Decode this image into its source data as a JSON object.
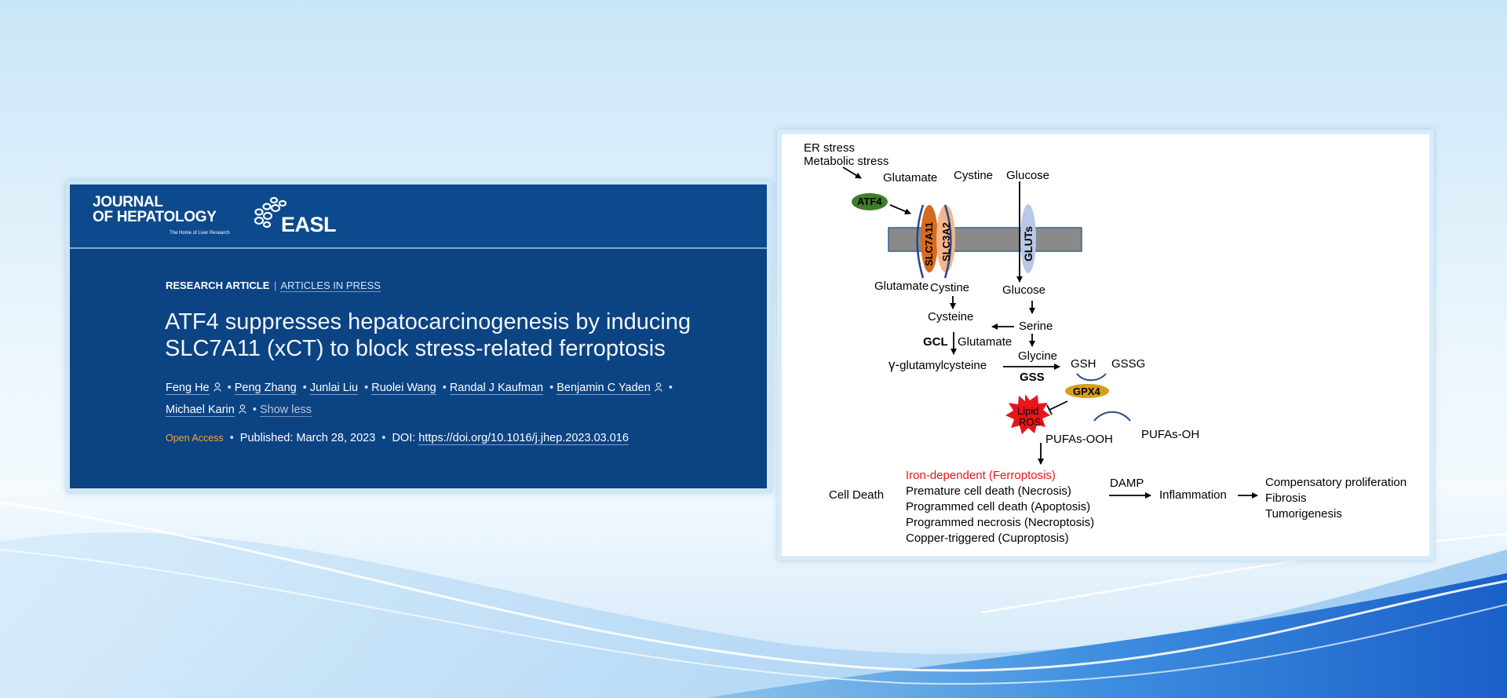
{
  "article": {
    "journal_line1": "JOURNAL",
    "journal_line2": "OF HEPATOLOGY",
    "journal_tagline": "The Home of Liver Research",
    "society": "EASL",
    "article_type": "RESEARCH ARTICLE",
    "separator": "|",
    "status_link": "ARTICLES IN PRESS",
    "title_line1": "ATF4 suppresses hepatocarcinogenesis by inducing",
    "title_line2": "SLC7A11 (xCT) to block stress-related ferroptosis",
    "authors": [
      "Feng He",
      "Peng Zhang",
      "Junlai Liu",
      "Ruolei Wang",
      "Randal J Kaufman",
      "Benjamin C Yaden",
      "Michael Karin"
    ],
    "author_separator": "•",
    "show_less": "Show less",
    "open_access": "Open Access",
    "published": "Published: March 28, 2023",
    "doi_label": "DOI:",
    "doi_link": "https://doi.org/10.1016/j.jhep.2023.03.016"
  },
  "figure": {
    "er_stress": "ER stress",
    "metabolic_stress": "Metabolic stress",
    "atf4": "ATF4",
    "glutamate_top": "Glutamate",
    "cystine_top": "Cystine",
    "glucose_top": "Glucose",
    "slc7a11": "SLC7A11",
    "slc3a2": "SLC3A2",
    "gluts": "GLUTs",
    "glutamate_bottom": "Glutamate",
    "cystine_bottom": "Cystine",
    "glucose_bottom": "Glucose",
    "cysteine": "Cysteine",
    "serine": "Serine",
    "gcl": "GCL",
    "glutamate_gcl": "Glutamate",
    "gamma": "γ-",
    "glutamylcysteine": "glutamylcysteine",
    "glycine": "Glycine",
    "gss": "GSS",
    "gsh": "GSH",
    "gssg": "GSSG",
    "gpx4": "GPX4",
    "lipid": "Lipid",
    "ros": "ROS",
    "pufas_ooh": "PUFAs-OOH",
    "pufas_oh": "PUFAs-OH",
    "cell_death": "Cell Death",
    "death_types": [
      "Iron-dependent (Ferroptosis)",
      "Premature cell death (Necrosis)",
      "Programmed cell death (Apoptosis)",
      "Programmed necrosis (Necroptosis)",
      "Copper-triggered (Cuproptosis)"
    ],
    "damp": "DAMP",
    "inflammation": "Inflammation",
    "outcomes": [
      "Compensatory proliferation",
      "Fibrosis",
      "Tumorigenesis"
    ],
    "colors": {
      "atf4": "#3e7d2c",
      "slc7a11": "#d86a1e",
      "slc3a2": "#f2b68a",
      "gluts": "#b8c9e8",
      "membrane": "#8a8a8a",
      "gpx4": "#d4a017",
      "lipid_ros": "#e8151b",
      "ferroptosis_text": "#e8151b"
    }
  }
}
